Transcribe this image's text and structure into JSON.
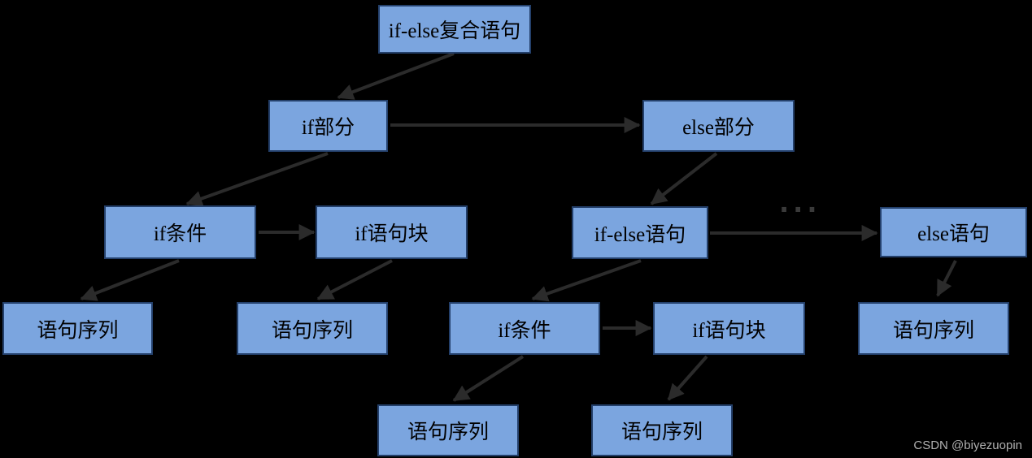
{
  "colors": {
    "background": "#000000",
    "box_fill": "#7BA5DF",
    "box_border": "#24406B",
    "arrow": "#2B2B2B",
    "watermark_color": "#B0B0B0"
  },
  "diagram_title": "if-else compound statement syntax tree",
  "nodes": [
    {
      "id": "root",
      "label": "if-else复合语句"
    },
    {
      "id": "if-part",
      "label": "if部分"
    },
    {
      "id": "else-part",
      "label": "else部分"
    },
    {
      "id": "if-cond-1",
      "label": "if条件"
    },
    {
      "id": "if-block-1",
      "label": "if语句块"
    },
    {
      "id": "if-else-stmt",
      "label": "if-else语句"
    },
    {
      "id": "else-stmt",
      "label": "else语句"
    },
    {
      "id": "seq-1",
      "label": "语句序列"
    },
    {
      "id": "seq-2",
      "label": "语句序列"
    },
    {
      "id": "if-cond-2",
      "label": "if条件"
    },
    {
      "id": "if-block-2",
      "label": "if语句块"
    },
    {
      "id": "seq-3",
      "label": "语句序列"
    },
    {
      "id": "seq-4",
      "label": "语句序列"
    },
    {
      "id": "seq-5",
      "label": "语句序列"
    }
  ],
  "edges": [
    {
      "from": "root",
      "to": "if-part"
    },
    {
      "from": "if-part",
      "to": "else-part"
    },
    {
      "from": "if-part",
      "to": "if-cond-1"
    },
    {
      "from": "if-cond-1",
      "to": "if-block-1"
    },
    {
      "from": "else-part",
      "to": "if-else-stmt"
    },
    {
      "from": "if-else-stmt",
      "to": "else-stmt"
    },
    {
      "from": "if-cond-1",
      "to": "seq-1"
    },
    {
      "from": "if-block-1",
      "to": "seq-2"
    },
    {
      "from": "if-else-stmt",
      "to": "if-cond-2"
    },
    {
      "from": "if-cond-2",
      "to": "if-block-2"
    },
    {
      "from": "else-stmt",
      "to": "seq-3"
    },
    {
      "from": "if-cond-2",
      "to": "seq-4"
    },
    {
      "from": "if-block-2",
      "to": "seq-5"
    }
  ],
  "ellipsis": "···",
  "watermark": "CSDN @biyezuopin"
}
